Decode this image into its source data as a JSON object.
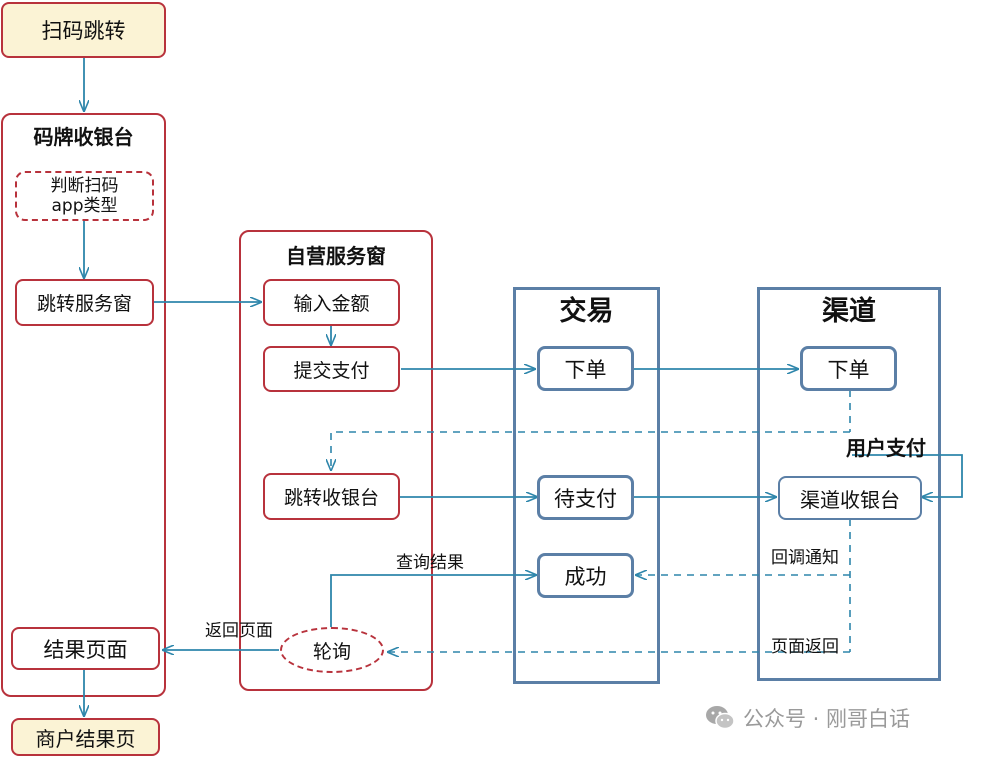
{
  "nodes": {
    "scan_jump": "扫码跳转",
    "detect_app_line1": "判断扫码",
    "detect_app_line2": "app类型",
    "jump_service": "跳转服务窗",
    "result_page": "结果页面",
    "merchant_result": "商户结果页",
    "input_amount": "输入金额",
    "submit_payment": "提交支付",
    "jump_cashier": "跳转收银台",
    "poll": "轮询",
    "trade_order": "下单",
    "trade_pending": "待支付",
    "trade_success": "成功",
    "channel_order": "下单",
    "channel_cashier": "渠道收银台"
  },
  "lanes": {
    "qr_cashier": "码牌收银台",
    "service_window": "自营服务窗",
    "trade": "交易",
    "channel": "渠道"
  },
  "edge_labels": {
    "query_result": "查询结果",
    "return_page": "返回页面",
    "user_pay": "用户支付",
    "callback_notify": "回调通知",
    "page_return": "页面返回"
  },
  "watermark": {
    "text": "公众号 · 刚哥白话",
    "icon": "wechat-icon"
  },
  "colors": {
    "red_border": "#b8323c",
    "blue_border": "#5b7fa6",
    "arrow": "#2e86ab",
    "start_fill": "#fbf3d5"
  }
}
